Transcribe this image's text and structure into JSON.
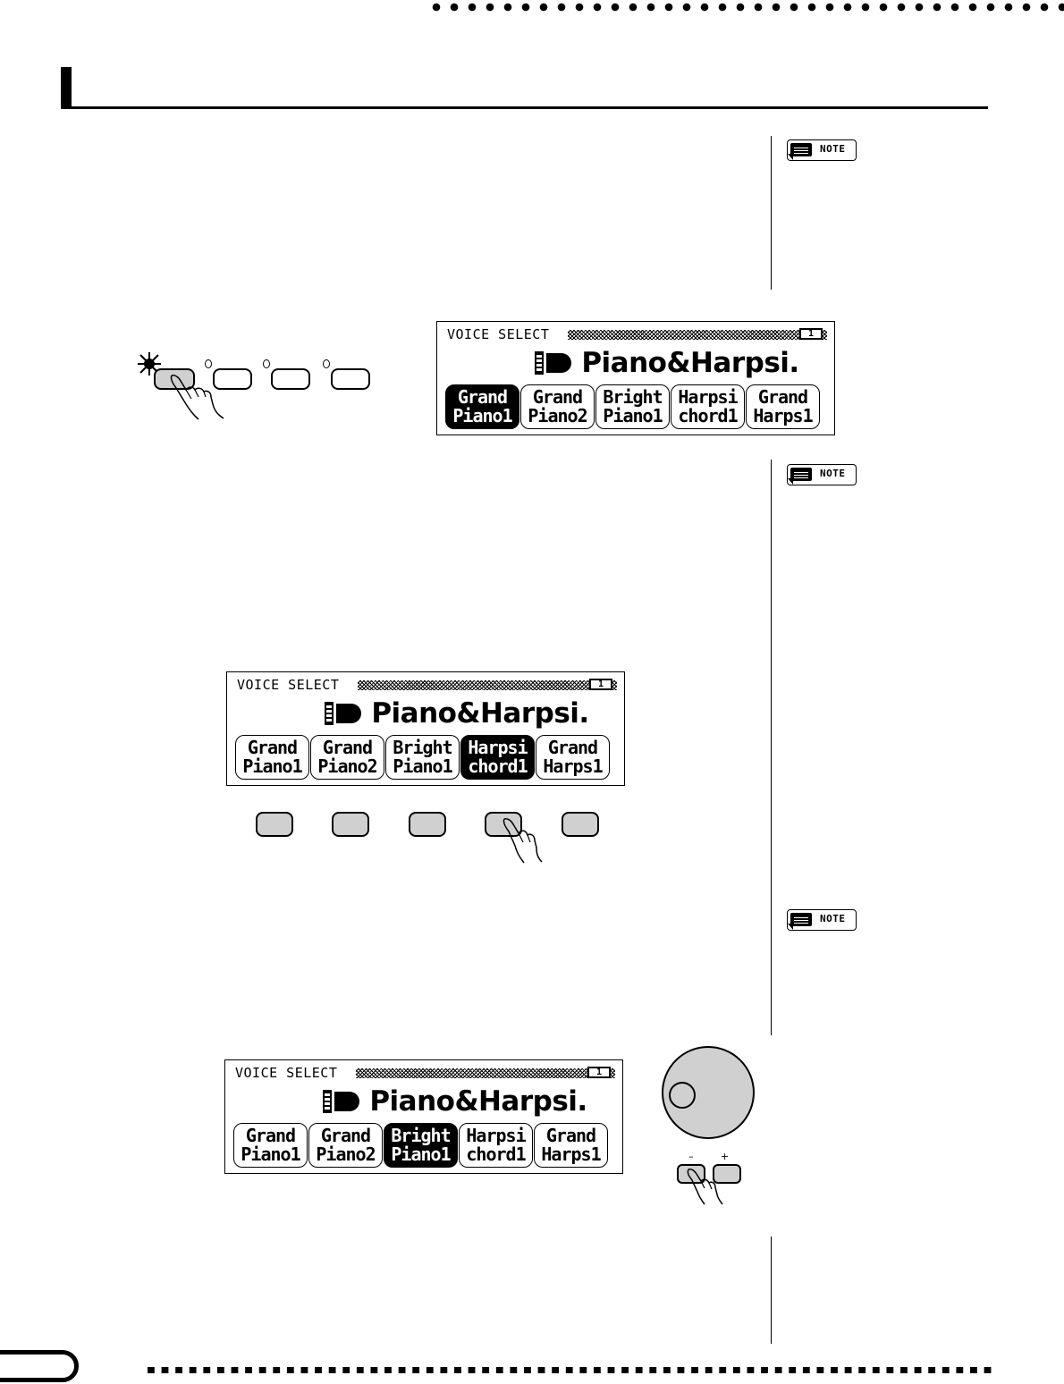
{
  "note_label": "NOTE",
  "lcd_displays": [
    {
      "title": "VOICE SELECT",
      "page": "1",
      "voice_group": "Piano&Harpsi.",
      "buttons": [
        {
          "line1": "Grand",
          "line2": "Piano1"
        },
        {
          "line1": "Grand",
          "line2": "Piano2"
        },
        {
          "line1": "Bright",
          "line2": "Piano1"
        },
        {
          "line1": "Harpsi",
          "line2": "chord1"
        },
        {
          "line1": "Grand",
          "line2": "Harps1"
        }
      ],
      "selected_index": 0
    },
    {
      "title": "VOICE SELECT",
      "page": "1",
      "voice_group": "Piano&Harpsi.",
      "buttons": [
        {
          "line1": "Grand",
          "line2": "Piano1"
        },
        {
          "line1": "Grand",
          "line2": "Piano2"
        },
        {
          "line1": "Bright",
          "line2": "Piano1"
        },
        {
          "line1": "Harpsi",
          "line2": "chord1"
        },
        {
          "line1": "Grand",
          "line2": "Harps1"
        }
      ],
      "selected_index": 3
    },
    {
      "title": "VOICE SELECT",
      "page": "1",
      "voice_group": "Piano&Harpsi.",
      "buttons": [
        {
          "line1": "Grand",
          "line2": "Piano1"
        },
        {
          "line1": "Grand",
          "line2": "Piano2"
        },
        {
          "line1": "Bright",
          "line2": "Piano1"
        },
        {
          "line1": "Harpsi",
          "line2": "chord1"
        },
        {
          "line1": "Grand",
          "line2": "Harps1"
        }
      ],
      "selected_index": 2
    }
  ],
  "dial_controls": {
    "minus_label": "–",
    "plus_label": "+"
  },
  "colors": {
    "button_grey": "#d0d0d0",
    "lcd_selected_bg": "#000000",
    "lcd_selected_fg": "#ffffff"
  }
}
